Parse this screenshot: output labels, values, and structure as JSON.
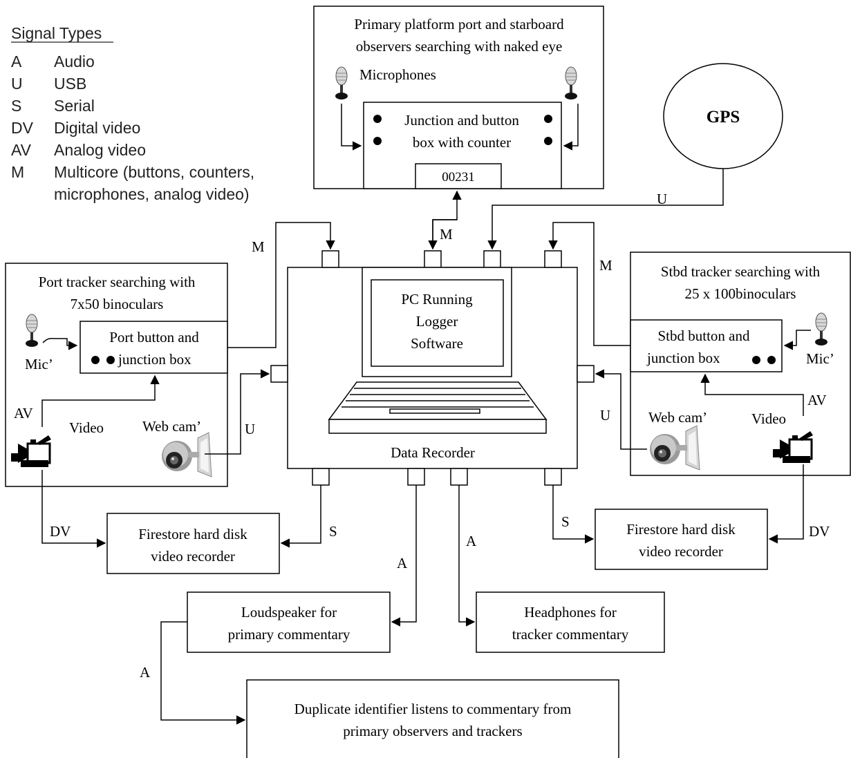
{
  "legend": {
    "title": "Signal Types",
    "items": [
      {
        "code": "A",
        "label": "Audio"
      },
      {
        "code": "U",
        "label": "USB"
      },
      {
        "code": "S",
        "label": "Serial"
      },
      {
        "code": "DV",
        "label": "Digital video"
      },
      {
        "code": "AV",
        "label": "Analog video"
      },
      {
        "code": "M",
        "label": "Multicore (buttons, counters,",
        "label2": "microphones, analog video)"
      }
    ]
  },
  "primary_platform": {
    "title_line1": "Primary platform port and starboard",
    "title_line2": "observers searching with naked eye",
    "microphones": "Microphones",
    "junction_line1": "Junction and button",
    "junction_line2": "box with counter",
    "counter": "00231"
  },
  "gps": "GPS",
  "port_tracker": {
    "title_line1": "Port tracker searching with",
    "title_line2": "7x50 binoculars",
    "box_line1": "Port button and",
    "box_line2": "junction box",
    "mic": "Mic’",
    "video": "Video",
    "webcam": "Web cam’"
  },
  "stbd_tracker": {
    "title_line1": "Stbd tracker searching with",
    "title_line2": "25 x 100binoculars",
    "box_line1": "Stbd button and",
    "box_line2": "junction box",
    "mic": "Mic’",
    "video": "Video",
    "webcam": "Web cam’"
  },
  "pc": {
    "line1": "PC Running",
    "line2": "Logger",
    "line3": "Software",
    "recorder": "Data Recorder"
  },
  "firestore_left": {
    "line1": "Firestore hard disk",
    "line2": "video recorder"
  },
  "firestore_right": {
    "line1": "Firestore hard disk",
    "line2": "video recorder"
  },
  "loudspeaker": {
    "line1": "Loudspeaker for",
    "line2": "primary commentary"
  },
  "headphones": {
    "line1": "Headphones for",
    "line2": "tracker commentary"
  },
  "duplicate": {
    "line1": "Duplicate identifier listens to commentary from",
    "line2": "primary observers and trackers"
  },
  "connection_labels": {
    "m_left": "M",
    "m_top": "M",
    "u_gps": "U",
    "m_right": "M",
    "av_left": "AV",
    "u_left": "U",
    "dv_left": "DV",
    "s_left": "S",
    "a_loud": "A",
    "a_head": "A",
    "s_right": "S",
    "dv_right": "DV",
    "u_right": "U",
    "av_right": "AV",
    "a_dup": "A"
  }
}
